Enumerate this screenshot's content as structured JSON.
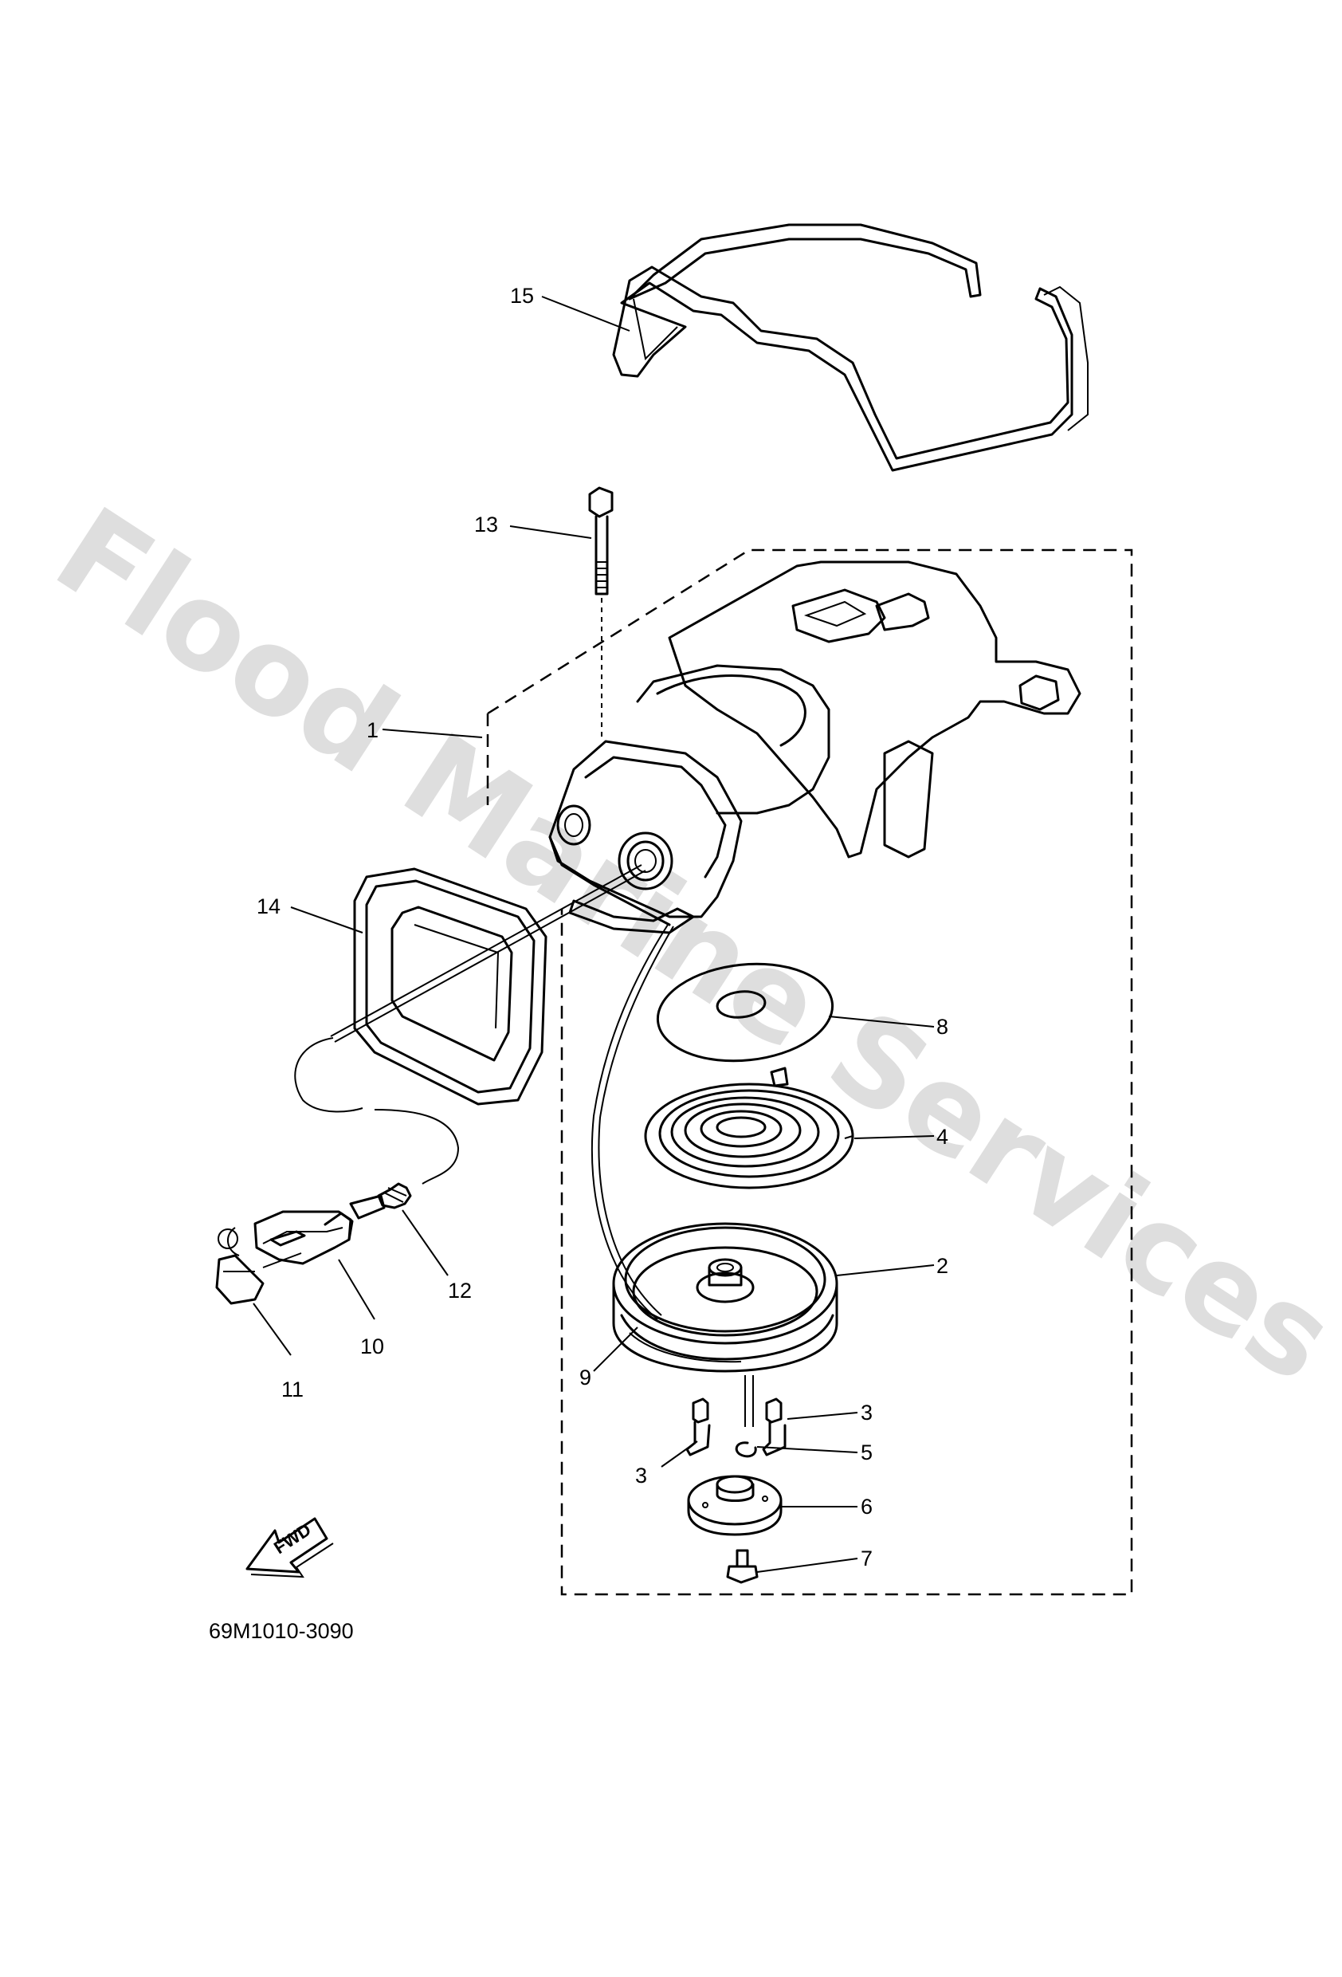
{
  "watermark": "Flood Marine Services",
  "drawing_code": "69M1010-3090",
  "fwd_label": "FWD",
  "callouts": {
    "c1": "1",
    "c2": "2",
    "c3a": "3",
    "c3b": "3",
    "c4": "4",
    "c5": "5",
    "c6": "6",
    "c7": "7",
    "c8": "8",
    "c9": "9",
    "c10": "10",
    "c11": "11",
    "c12": "12",
    "c13": "13",
    "c14": "14",
    "c15": "15"
  }
}
